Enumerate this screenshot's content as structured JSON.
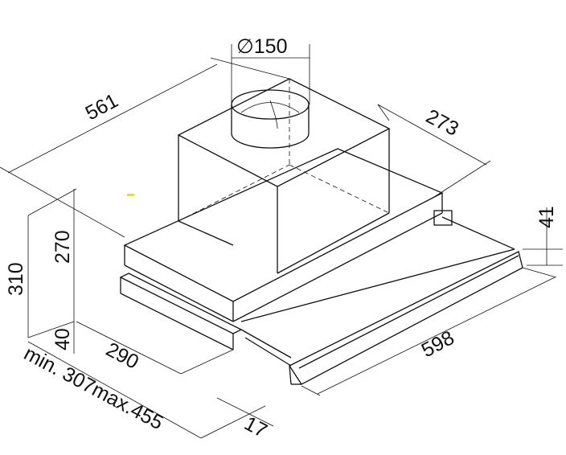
{
  "title": "Telescopic range hood dimensional drawing",
  "dimensions": {
    "duct_diameter": "∅150",
    "depth_total": "561",
    "chimney_width": "273",
    "panel_height": "41",
    "total_height": "310",
    "chimney_height": "270",
    "body_height": "40",
    "body_depth": "290",
    "width": "598",
    "panel_thickness": "17",
    "extension_range": "min. 307max.455"
  },
  "colors": {
    "line": "#111111",
    "marker": "#f5e000"
  }
}
